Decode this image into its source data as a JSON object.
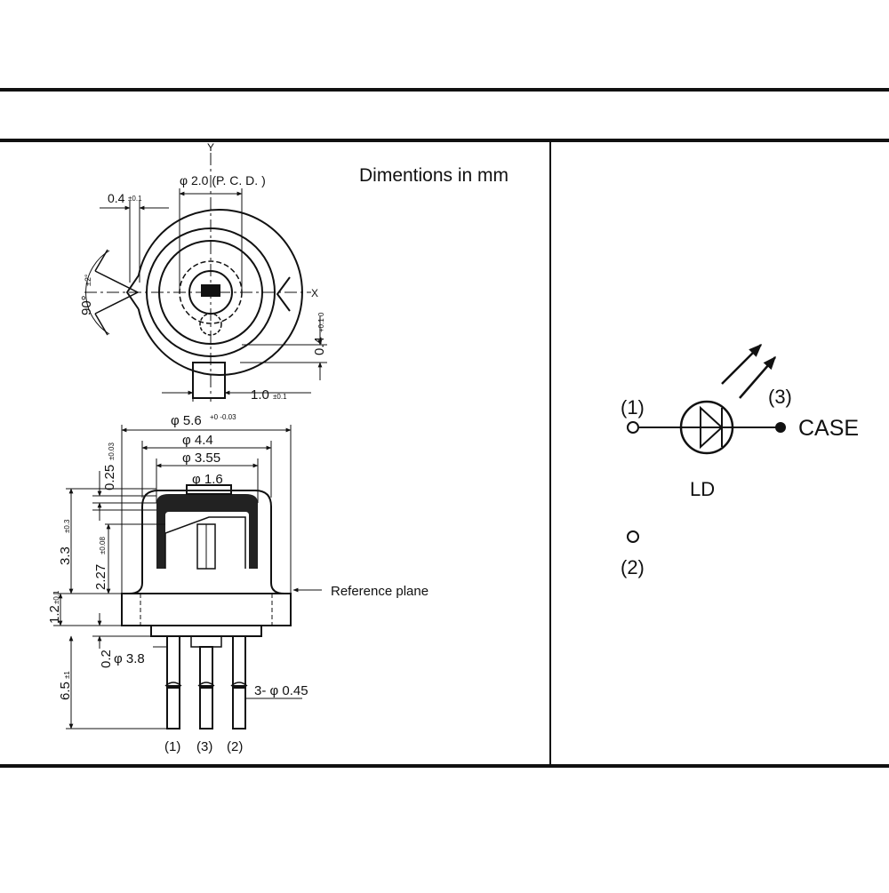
{
  "header": {
    "units_note": "Dimentions in mm"
  },
  "top_view": {
    "pcd_label": "φ 2.0 (P. C. D. )",
    "key_width": "0.4",
    "key_width_tol": "±0.1",
    "angle": "90°",
    "angle_tol": "±2°",
    "axis_x": "X",
    "axis_y": "Y",
    "key_depth": "0.4",
    "key_depth_tol": "+0.1 0",
    "tab_length": "1.0",
    "tab_length_tol": "±0.1"
  },
  "side_view": {
    "dia_flange": "φ 5.6",
    "dia_flange_tol": "+0 -0.03",
    "dia_cap": "φ 4.4",
    "dia_cap_inner": "φ 3.55",
    "dia_window": "φ 1.6",
    "dim_025": "0.25",
    "dim_025_tol": "±0.03",
    "dim_33": "3.3",
    "dim_33_tol": "±0.3",
    "dim_227": "2.27",
    "dim_227_tol": "±0.08",
    "dim_12": "1.2",
    "dim_12_tol": "±0.1",
    "dim_02": "0.2",
    "dim_38": "φ 3.8",
    "dim_65": "6.5",
    "dim_65_tol": "±1",
    "reference_plane": "Reference plane",
    "lead_dia": "3- φ 0.45",
    "pins": [
      "(1)",
      "(3)",
      "(2)"
    ]
  },
  "schematic": {
    "pin1": "(1)",
    "pin3": "(3)",
    "pin2": "(2)",
    "case_label": "CASE",
    "device_label": "LD"
  }
}
